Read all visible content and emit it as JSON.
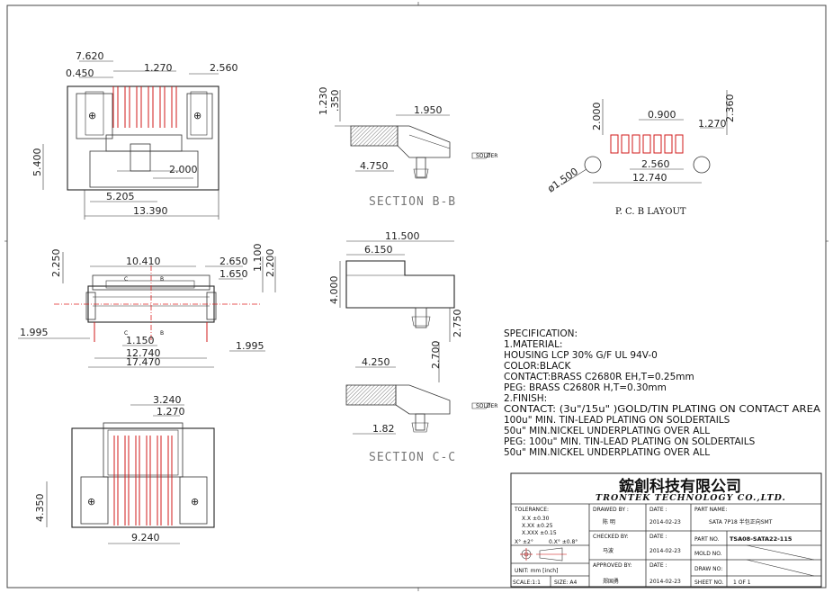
{
  "dimensions": {
    "top_view": [
      "7.620",
      "0.450",
      "1.270",
      "2.560",
      "5.400",
      "2.000",
      "5.205",
      "13.390"
    ],
    "front_view": [
      "10.410",
      "2.650",
      "1.650",
      "1.100",
      "2.200",
      "2.250",
      "1.995",
      "1.150",
      "12.740",
      "17.470",
      "1.995"
    ],
    "front_markers": [
      "C",
      "B",
      "C",
      "B"
    ],
    "bottom_view": [
      "3.240",
      "1.270",
      "4.350",
      "9.240"
    ],
    "section_bb": [
      "1.230",
      ".350",
      "1.950",
      "4.750"
    ],
    "section_cc": [
      "4.250",
      "2.700",
      "1.82"
    ],
    "side_view": [
      "11.500",
      "6.150",
      "4.000",
      "2.750"
    ],
    "pcb": [
      "2.000",
      "0.900",
      "1.270",
      "2.360",
      "2.560",
      "12.740",
      "ø1.500"
    ]
  },
  "section_labels": {
    "bb": "SECTION  B-B",
    "cc": "SECTION  C-C",
    "pcb": "P. C. B  LAYOUT"
  },
  "specification": [
    "SPECIFICATION:",
    "1.MATERIAL:",
    "HOUSING LCP   30% G/F UL 94V-0",
    "COLOR:BLACK",
    "CONTACT:BRASS  C2680R  EH,T=0.25mm",
    "PEG:  BRASS  C2680R  H,T=0.30mm",
    "2.FINISH:",
    "CONTACT: (3u\"/15u\" )GOLD/TIN PLATING ON CONTACT AREA",
    "100u\"  MIN. TIN-LEAD PLATING ON SOLDERTAILS",
    "50u\"  MIN.NICKEL  UNDERPLATING  OVER ALL",
    "PEG: 100u\"  MIN.  TIN-LEAD PLATING ON SOLDERTAILS",
    "50u\"  MIN.NICKEL  UNDERPLATING  OVER  ALL"
  ],
  "title_block": {
    "company_cn": "鋐創科技有限公司",
    "company_en": "TRONTEK  TECHNOLOGY  CO.,LTD.",
    "tolerance_label": "TOLERANCE:",
    "tolerances": [
      "X.X   ±0.30",
      "X.XX  ±0.25",
      "X.XXX ±0.15"
    ],
    "angle_tol": [
      "X°  ±2°",
      "0.X°  ±0.8°"
    ],
    "unit": "UNIT:  mm  [inch]",
    "scale": "SCALE:1:1",
    "size": "SIZE:  A4",
    "drawn_by_label": "DRAWED BY :",
    "drawn_by": "陈 明",
    "checked_by_label": "CHECKED  BY:",
    "checked_by": "马波",
    "approved_by_label": "APPROVED  BY:",
    "approved_by": "郑国勇",
    "date_label": "DATE :",
    "dates": [
      "2014-02-23",
      "2014-02-23",
      "2014-02-23"
    ],
    "part_name_label": "PART  NAME:",
    "part_name": "SATA  7P18  半包正向SMT",
    "part_no_label": "PART  NO.",
    "part_no": "TSA08-SATA22-115",
    "mold_no_label": "MOLD  NO.",
    "draw_no_label": "DRAW  NO:",
    "sheet_no_label": "SHEET  NO.",
    "sheet_no": "1  OF  1",
    "small_tag": "SOLDER"
  }
}
